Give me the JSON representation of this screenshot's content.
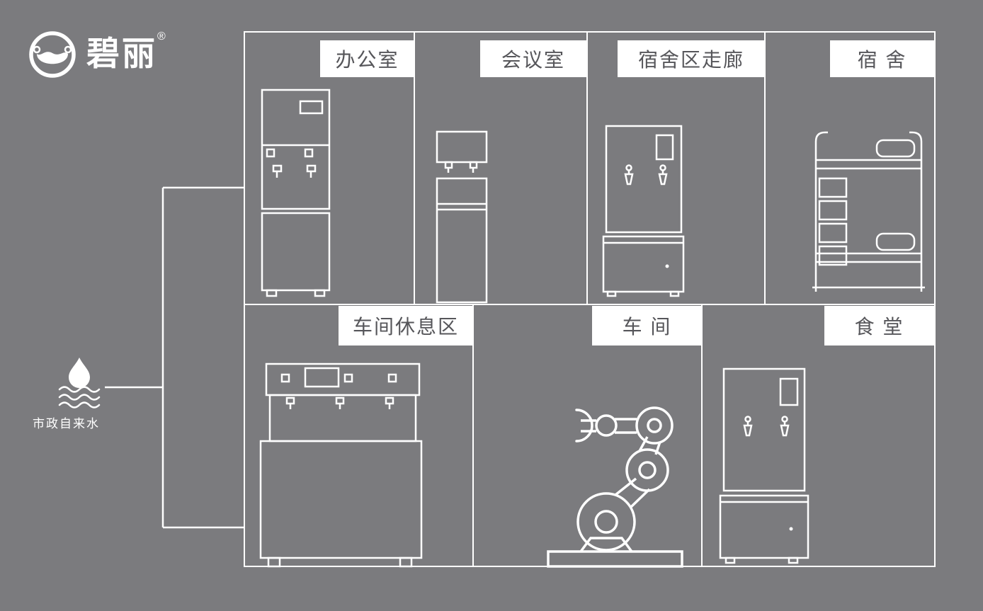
{
  "brand": {
    "name": "碧丽",
    "registered_mark": "®",
    "icon": "water-bowl-logo-icon"
  },
  "water_source": {
    "label": "市政自来水",
    "icon": "water-drop-icon"
  },
  "rooms": {
    "office": {
      "label": "办公室"
    },
    "meeting": {
      "label": "会议室"
    },
    "corridor": {
      "label": "宿舍区走廊"
    },
    "dorm": {
      "label": "宿 舍"
    },
    "workshop_rest": {
      "label": "车间休息区"
    },
    "workshop": {
      "label": "车 间"
    },
    "canteen": {
      "label": "食 堂"
    }
  },
  "equipment": {
    "office": {
      "icon": "floorstanding-water-dispenser-drawing"
    },
    "meeting": {
      "icon": "slim-water-dispenser-drawing"
    },
    "corridor": {
      "icon": "water-boiler-with-cabinet-drawing"
    },
    "dorm": {
      "icon": "bunk-bed-drawing"
    },
    "workshop_rest": {
      "icon": "multi-tap-water-dispenser-drawing"
    },
    "workshop": {
      "icon": "robot-arm-drawing"
    },
    "canteen": {
      "icon": "water-boiler-with-cabinet-drawing"
    }
  },
  "colors": {
    "background": "#7b7b7e",
    "line": "#ffffff",
    "label_background": "#ffffff",
    "label_text": "#56565a"
  }
}
